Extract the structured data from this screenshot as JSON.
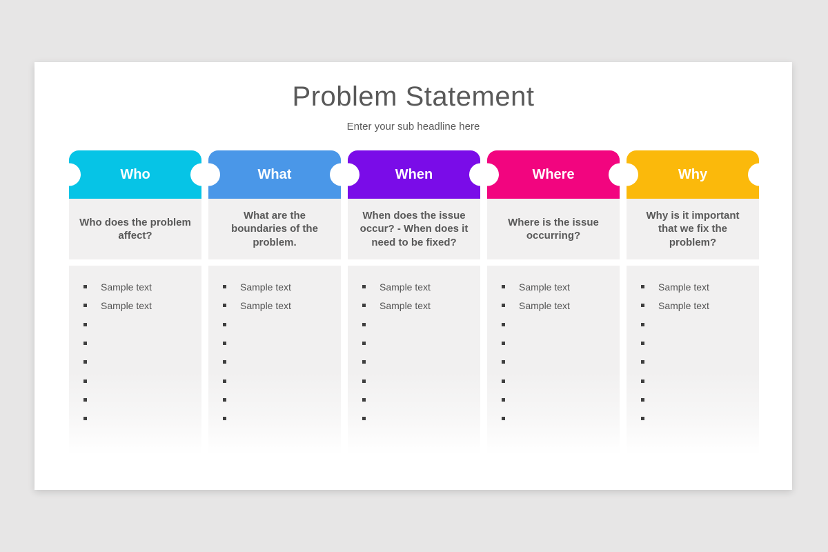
{
  "page": {
    "background_color": "#e7e6e6",
    "slide_color": "#ffffff"
  },
  "slide": {
    "title": "Problem Statement",
    "subtitle": "Enter your sub headline here"
  },
  "columns": [
    {
      "label": "Who",
      "color": "#06C4E6",
      "question": "Who does the problem affect?",
      "items": [
        "Sample text",
        "Sample text",
        "",
        "",
        "",
        "",
        "",
        ""
      ]
    },
    {
      "label": "What",
      "color": "#4A97E8",
      "question": "What are the boundaries of the problem.",
      "items": [
        "Sample text",
        "Sample text",
        "",
        "",
        "",
        "",
        "",
        ""
      ]
    },
    {
      "label": "When",
      "color": "#7A0CE8",
      "question": "When does the issue occur? - When does it need to be fixed?",
      "items": [
        "Sample text",
        "Sample text",
        "",
        "",
        "",
        "",
        "",
        ""
      ]
    },
    {
      "label": "Where",
      "color": "#F2057F",
      "question": "Where is the issue occurring?",
      "items": [
        "Sample text",
        "Sample text",
        "",
        "",
        "",
        "",
        "",
        ""
      ]
    },
    {
      "label": "Why",
      "color": "#FBB90B",
      "question": "Why is it important that we fix the problem?",
      "items": [
        "Sample text",
        "Sample text",
        "",
        "",
        "",
        "",
        "",
        ""
      ]
    }
  ]
}
